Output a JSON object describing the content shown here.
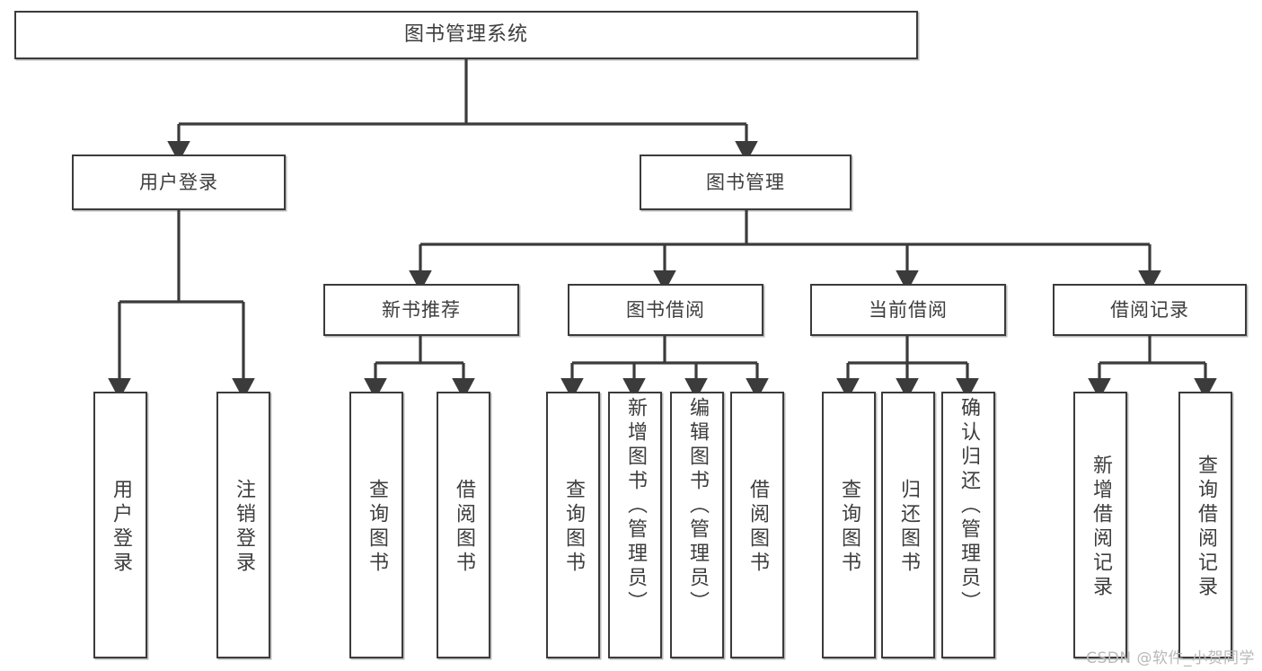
{
  "diagram": {
    "title": "图书管理系统",
    "type": "tree",
    "watermark": "CSDN @软件_小贺同学",
    "colors": {
      "box_border": "#3b3b3b",
      "box_fill": "#ffffff",
      "text": "#3d3d3d",
      "connector": "#3b3b3b",
      "background": "#ffffff",
      "watermark": "#b8b8b8"
    },
    "root": {
      "id": "root",
      "label": "图书管理系统"
    },
    "level2": [
      {
        "id": "user-login",
        "label": "用户登录"
      },
      {
        "id": "book-management",
        "label": "图书管理"
      }
    ],
    "level3": [
      {
        "id": "new-book-recommend",
        "label": "新书推荐",
        "parent": "book-management"
      },
      {
        "id": "book-borrow",
        "label": "图书借阅",
        "parent": "book-management"
      },
      {
        "id": "current-borrow",
        "label": "当前借阅",
        "parent": "book-management"
      },
      {
        "id": "borrow-record",
        "label": "借阅记录",
        "parent": "book-management"
      }
    ],
    "leaves": [
      {
        "id": "leaf-user-login",
        "label": "用户登录",
        "parent": "user-login"
      },
      {
        "id": "leaf-logout-login",
        "label": "注销登录",
        "parent": "user-login"
      },
      {
        "id": "leaf-query-book-rec",
        "label": "查询图书",
        "parent": "new-book-recommend"
      },
      {
        "id": "leaf-borrow-book-rec",
        "label": "借阅图书",
        "parent": "new-book-recommend"
      },
      {
        "id": "leaf-query-book-borrow",
        "label": "查询图书",
        "parent": "book-borrow"
      },
      {
        "id": "leaf-add-book-admin",
        "label": "新增图书（管理员）",
        "parent": "book-borrow"
      },
      {
        "id": "leaf-edit-book-admin",
        "label": "编辑图书（管理员）",
        "parent": "book-borrow"
      },
      {
        "id": "leaf-borrow-book",
        "label": "借阅图书",
        "parent": "book-borrow"
      },
      {
        "id": "leaf-query-book-current",
        "label": "查询图书",
        "parent": "current-borrow"
      },
      {
        "id": "leaf-return-book",
        "label": "归还图书",
        "parent": "current-borrow"
      },
      {
        "id": "leaf-confirm-return-admin",
        "label": "确认归还（管理员）",
        "parent": "current-borrow"
      },
      {
        "id": "leaf-add-borrow-record",
        "label": "新增借阅记录",
        "parent": "borrow-record"
      },
      {
        "id": "leaf-query-borrow-record",
        "label": "查询借阅记录",
        "parent": "borrow-record"
      }
    ]
  }
}
